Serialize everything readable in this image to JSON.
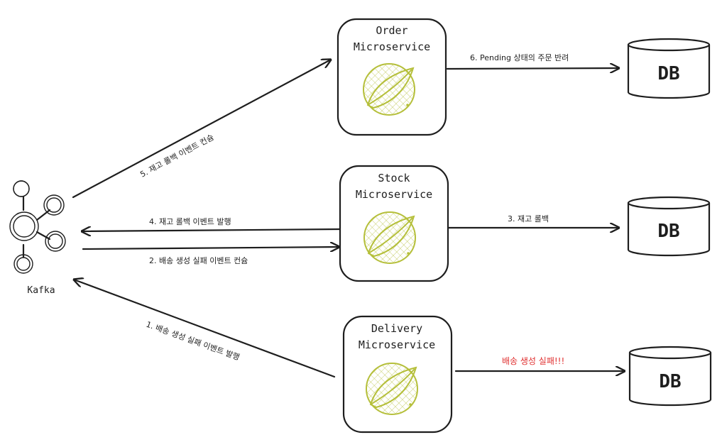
{
  "services": {
    "order": {
      "title_line1": "Order",
      "title_line2": "Microservice",
      "icon": "spring-leaf-icon"
    },
    "stock": {
      "title_line1": "Stock",
      "title_line2": "Microservice",
      "icon": "spring-leaf-icon"
    },
    "delivery": {
      "title_line1": "Delivery",
      "title_line2": "Microservice",
      "icon": "spring-leaf-icon"
    }
  },
  "databases": {
    "order_db": {
      "label": "DB"
    },
    "stock_db": {
      "label": "DB"
    },
    "delivery_db": {
      "label": "DB"
    }
  },
  "kafka": {
    "label": "Kafka",
    "icon": "kafka-icon"
  },
  "edges": {
    "step1": "1. 배송 생성 실패 이벤트 발행",
    "step2": "2. 배송 생성 실패 이벤트 컨슘",
    "step3": "3. 재고 롤백",
    "step4": "4. 재고 롤백 이벤트 발행",
    "step5": "5. 재고 롤백 이벤트 컨슘",
    "step6": "6. Pending 상태의 주문 반려",
    "failure": "배송 생성 실패!!!"
  },
  "colors": {
    "stroke": "#1e1e1e",
    "spring_green": "#b5bf3a",
    "failure_red": "#e03131"
  }
}
